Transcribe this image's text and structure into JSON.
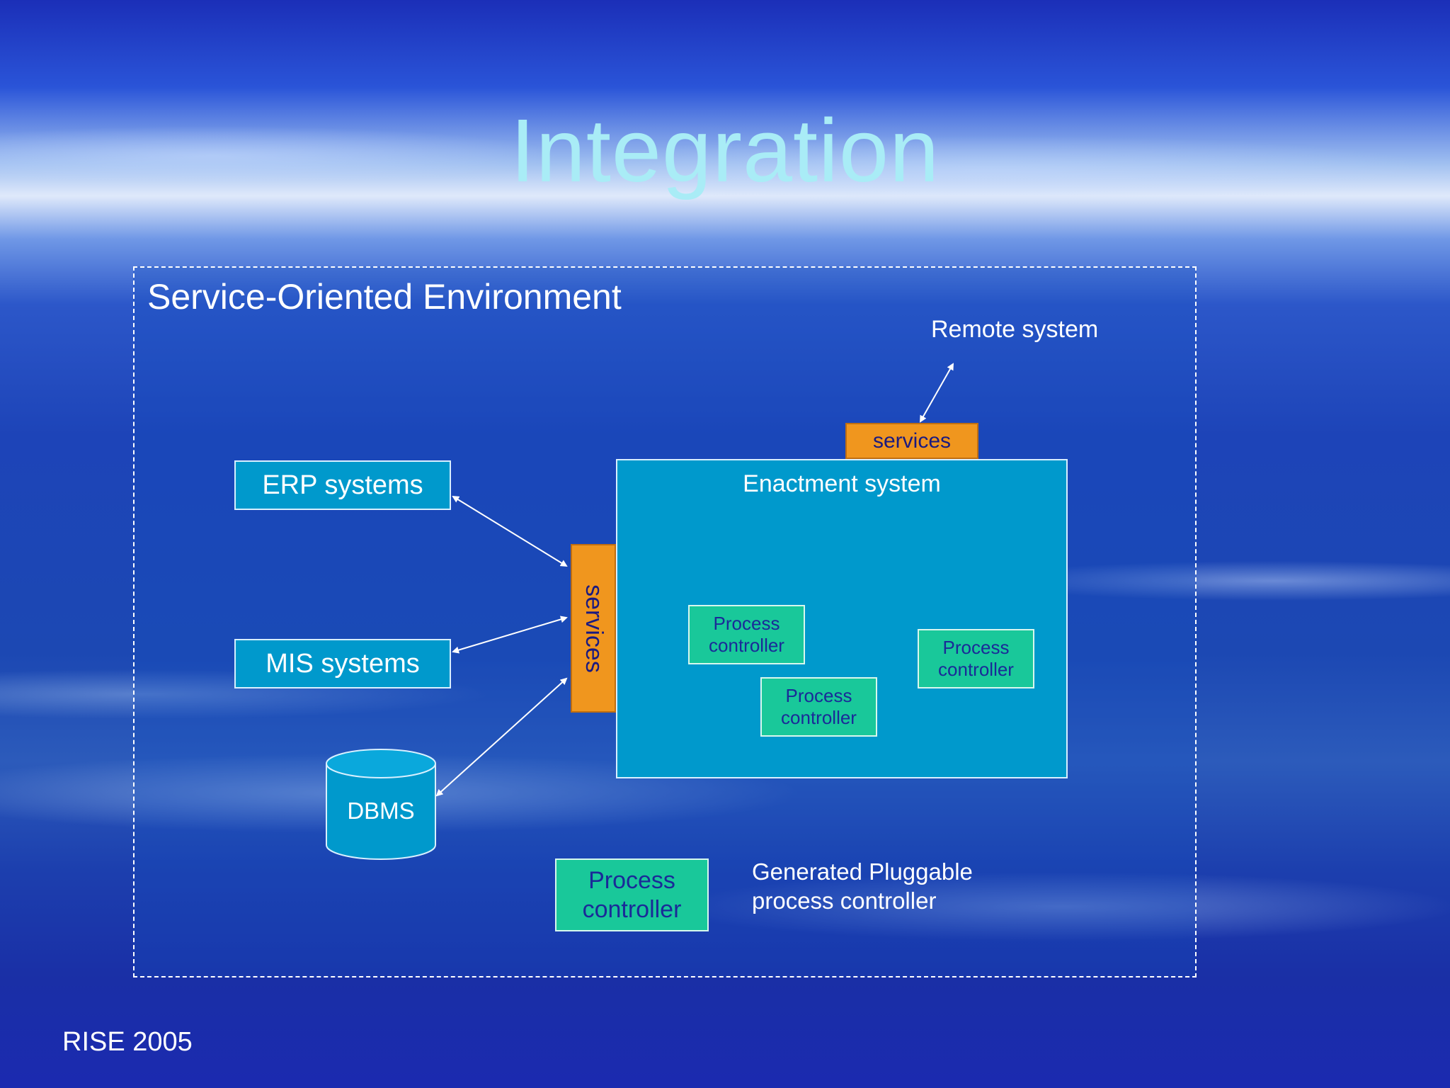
{
  "slide": {
    "title": "Integration",
    "footer": "RISE 2005"
  },
  "diagram": {
    "environment_label": "Service-Oriented Environment",
    "remote_system": "Remote system",
    "services_top": "services",
    "services_side": "services",
    "enactment_system": "Enactment system",
    "erp": "ERP systems",
    "mis": "MIS systems",
    "dbms": "DBMS",
    "process_controllers": [
      "Process controller",
      "Process controller",
      "Process controller"
    ],
    "legend_controller": "Process controller",
    "legend_caption_line1": "Generated Pluggable",
    "legend_caption_line2": "process controller"
  },
  "colors": {
    "box_blue": "#0099cc",
    "services_orange": "#f0961e",
    "controller_green": "#19c89a",
    "title": "#a9ecf6"
  }
}
